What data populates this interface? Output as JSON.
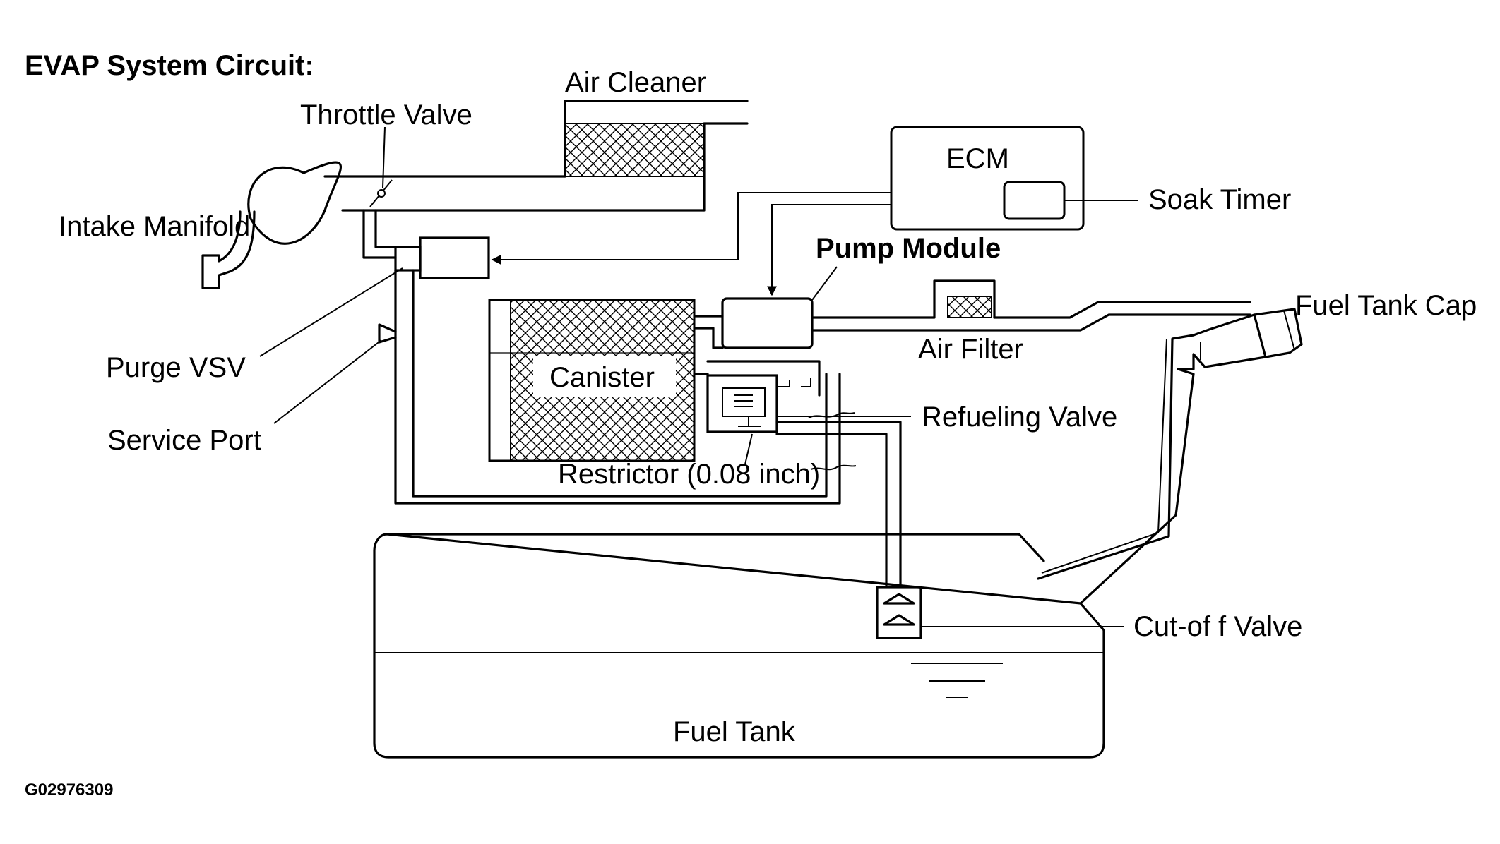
{
  "title": "EVAP System Circuit:",
  "figure_code": "G02976309",
  "labels": {
    "air_cleaner": "Air Cleaner",
    "throttle_valve": "Throttle Valve",
    "intake_manifold": "Intake Manifold",
    "ecm": "ECM",
    "soak_timer": "Soak Timer",
    "pump_module": "Pump Module",
    "fuel_tank_cap": "Fuel Tank Cap",
    "air_filter": "Air Filter",
    "canister": "Canister",
    "purge_vsv": "Purge VSV",
    "service_port": "Service Port",
    "refueling_valve": "Refueling Valve",
    "restrictor": "Restrictor (0.08 inch)",
    "cut_off_valve": "Cut-of f Valve",
    "fuel_tank": "Fuel Tank"
  }
}
